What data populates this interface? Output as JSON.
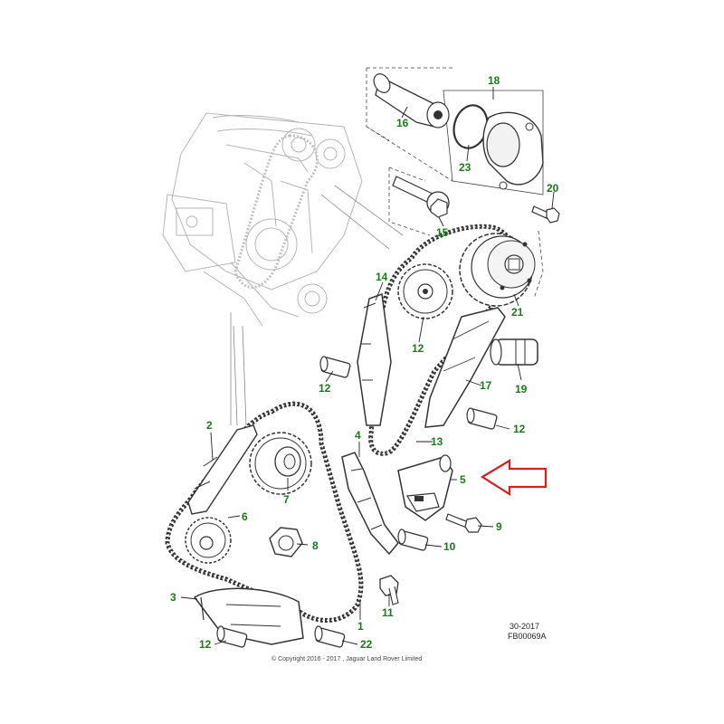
{
  "callouts": [
    {
      "id": "1",
      "label": "1"
    },
    {
      "id": "2",
      "label": "2"
    },
    {
      "id": "3",
      "label": "3"
    },
    {
      "id": "4",
      "label": "4"
    },
    {
      "id": "5",
      "label": "5"
    },
    {
      "id": "6",
      "label": "6"
    },
    {
      "id": "7",
      "label": "7"
    },
    {
      "id": "8",
      "label": "8"
    },
    {
      "id": "9",
      "label": "9"
    },
    {
      "id": "10",
      "label": "10"
    },
    {
      "id": "11",
      "label": "11"
    },
    {
      "id": "12a",
      "label": "12"
    },
    {
      "id": "12b",
      "label": "12"
    },
    {
      "id": "12c",
      "label": "12"
    },
    {
      "id": "12d",
      "label": "12"
    },
    {
      "id": "13",
      "label": "13"
    },
    {
      "id": "14",
      "label": "14"
    },
    {
      "id": "15",
      "label": "15"
    },
    {
      "id": "16",
      "label": "16"
    },
    {
      "id": "17",
      "label": "17"
    },
    {
      "id": "18",
      "label": "18"
    },
    {
      "id": "19",
      "label": "19"
    },
    {
      "id": "20",
      "label": "20"
    },
    {
      "id": "21",
      "label": "21"
    },
    {
      "id": "22",
      "label": "22"
    },
    {
      "id": "23",
      "label": "23"
    }
  ],
  "reference": {
    "line1": "30-2017",
    "line2": "FB00069A"
  },
  "copyright": "© Copyright  2016 - 2017 , Jaguar Land Rover Limited",
  "colors": {
    "callout": "#1a7a1a",
    "arrow": "#d42020",
    "line": "#2a2a2a",
    "faint": "#b0b0b0"
  },
  "icons": {
    "pointer": "red-outline-arrow-icon"
  }
}
